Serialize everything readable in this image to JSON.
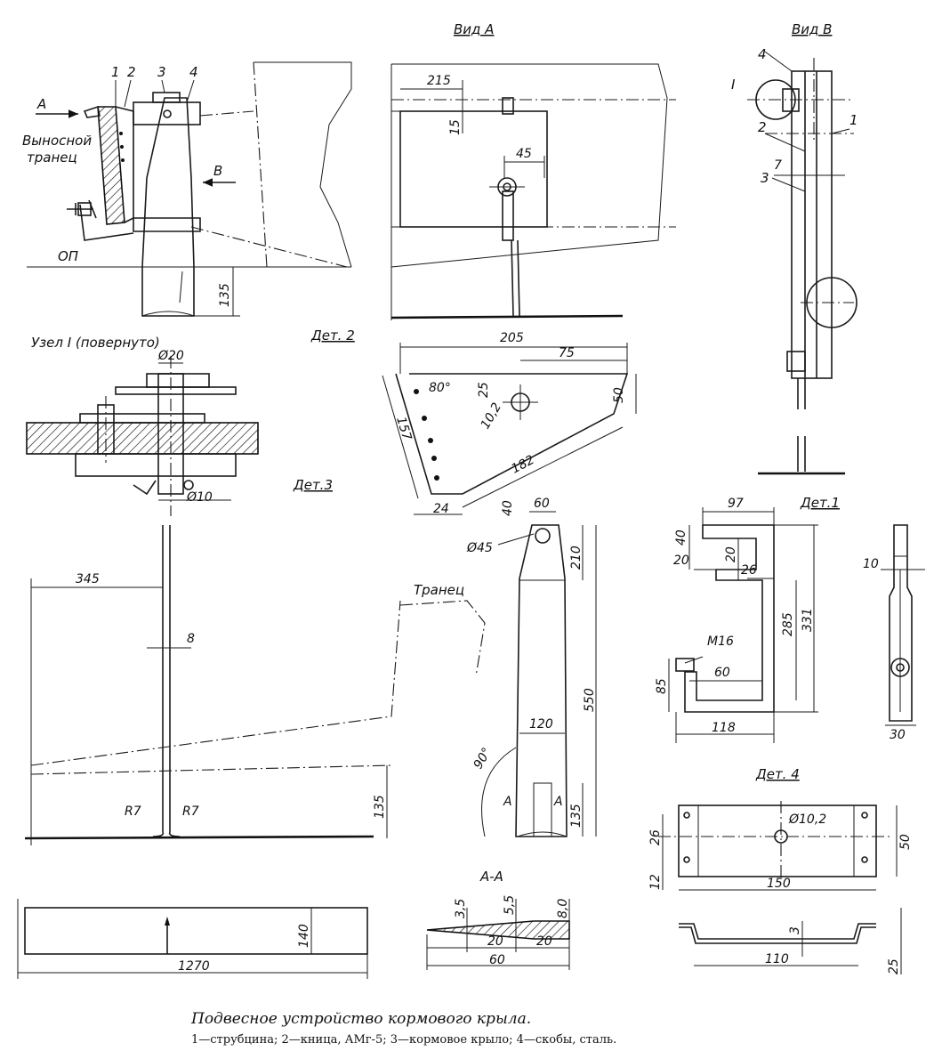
{
  "views": {
    "view_a_title": "Вид А",
    "view_b_title": "Вид В",
    "node_title": "Узел I (повернуто)",
    "det1_title": "Дет.1",
    "det2_title": "Дет. 2",
    "det3_title": "Дет.3",
    "det4_title": "Дет. 4",
    "section_title": "А-А"
  },
  "main_view": {
    "part_numbers": [
      "1",
      "2",
      "3",
      "4"
    ],
    "arrow_a": "А",
    "arrow_b": "В",
    "transom_label_1": "Выносной",
    "transom_label_2": "транец",
    "baseline": "ОП",
    "dim_135": "135"
  },
  "view_a": {
    "dim_215": "215",
    "dim_15": "15",
    "dim_45": "45"
  },
  "view_b": {
    "label_4": "4",
    "label_I": "I",
    "label_2": "2",
    "label_1": "1",
    "dim_7": "7",
    "label_3": "3"
  },
  "node": {
    "dia_20": "Ø20",
    "dia_10": "Ø10"
  },
  "det2": {
    "dim_205": "205",
    "dim_75": "75",
    "angle_80": "80°",
    "dim_25": "25",
    "dim_50": "50",
    "dim_10_2": "10,2",
    "dim_157": "157",
    "dim_182": "182",
    "dim_24": "24"
  },
  "det3": {
    "dim_345": "345",
    "dim_8": "8",
    "transom": "Транец",
    "dim_135": "135",
    "r7_left": "R7",
    "r7_right": "R7",
    "dim_140": "140",
    "dim_1270": "1270"
  },
  "rudder": {
    "dim_40": "40",
    "dim_60": "60",
    "dia_45": "Ø45",
    "dim_210": "210",
    "dim_550": "550",
    "dim_120": "120",
    "angle_90": "90°",
    "sec_a_left": "А",
    "sec_a_right": "А",
    "dim_135": "135"
  },
  "section_aa": {
    "dim_3_5": "3,5",
    "dim_5_5": "5,5",
    "dim_8_0": "8,0",
    "dim_20a": "20",
    "dim_20b": "20",
    "dim_60": "60"
  },
  "det1": {
    "dim_97": "97",
    "dim_40": "40",
    "dim_20a": "20",
    "dim_20b": "20",
    "dim_26": "26",
    "dim_331": "331",
    "dim_285": "285",
    "m16": "М16",
    "dim_60": "60",
    "dim_85": "85",
    "dim_118": "118",
    "dim_10": "10",
    "dim_30": "30"
  },
  "det4": {
    "dia_10_2": "Ø10,2",
    "dim_26": "26",
    "dim_50": "50",
    "dim_12": "12",
    "dim_150": "150",
    "dim_3": "3",
    "dim_110": "110",
    "dim_25": "25"
  },
  "caption": {
    "title": "Подвесное устройство кормового крыла.",
    "legend": "1—струбцина; 2—кница, АМг-5; 3—кормовое крыло; 4—скобы, сталь."
  }
}
